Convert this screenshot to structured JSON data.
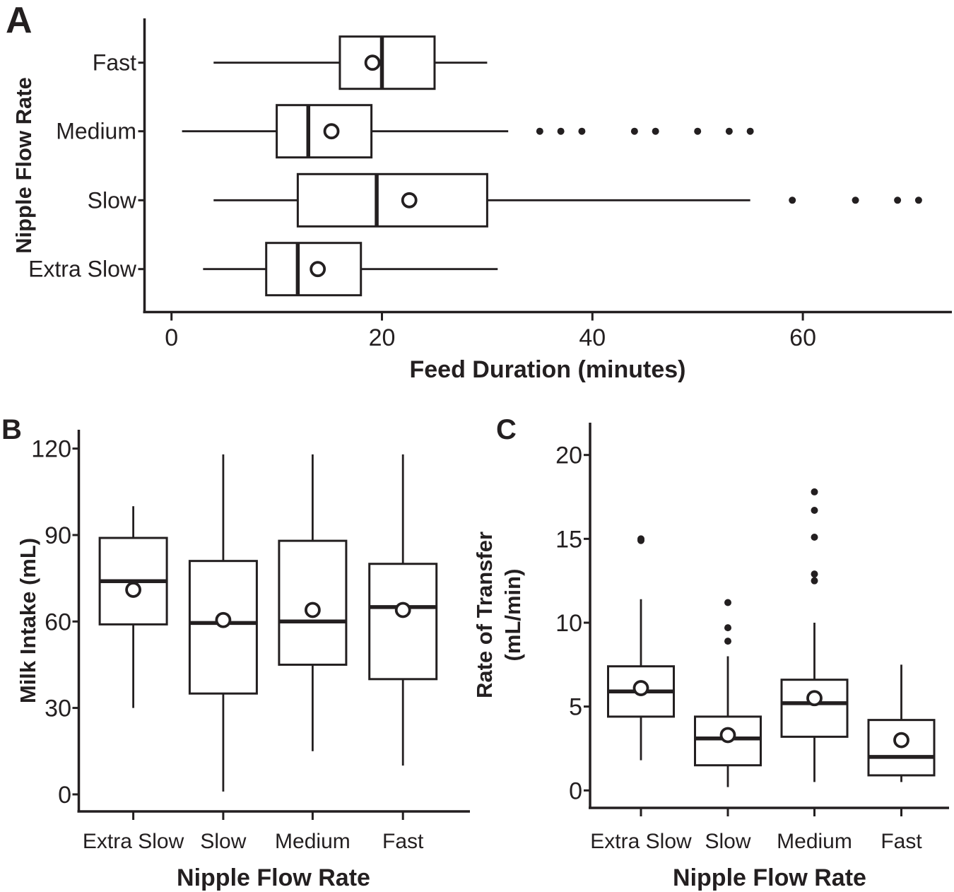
{
  "figure": {
    "background": "#ffffff",
    "ink_color": "#231f20",
    "mean_marker": "open-circle",
    "outlier_marker": "filled-dot"
  },
  "chart_data": [
    {
      "panel": "A",
      "type": "boxplot",
      "orientation": "horizontal",
      "xlabel": "Feed Duration (minutes)",
      "ylabel": "Nipple Flow Rate",
      "x_ticks": [
        0,
        20,
        40,
        60
      ],
      "xlim": [
        -2.5,
        74
      ],
      "grid": "off",
      "categories_top_to_bottom": [
        "Fast",
        "Medium",
        "Slow",
        "Extra Slow"
      ],
      "boxes": [
        {
          "category": "Fast",
          "whisker_low": 4,
          "q1": 16,
          "median": 20,
          "mean": 19.1,
          "q3": 25,
          "whisker_high": 30,
          "outliers": []
        },
        {
          "category": "Medium",
          "whisker_low": 1,
          "q1": 10,
          "median": 13,
          "mean": 15.2,
          "q3": 19,
          "whisker_high": 32,
          "outliers": [
            35,
            37,
            39,
            44,
            46,
            50,
            53,
            55
          ]
        },
        {
          "category": "Slow",
          "whisker_low": 4,
          "q1": 12,
          "median": 19.5,
          "mean": 22.6,
          "q3": 30,
          "whisker_high": 55,
          "outliers": [
            59,
            65,
            69,
            71
          ]
        },
        {
          "category": "Extra Slow",
          "whisker_low": 3,
          "q1": 9,
          "median": 12,
          "mean": 13.9,
          "q3": 18,
          "whisker_high": 31,
          "outliers": []
        }
      ]
    },
    {
      "panel": "B",
      "type": "boxplot",
      "orientation": "vertical",
      "xlabel": "Nipple Flow Rate",
      "ylabel": "Milk Intake (mL)",
      "y_ticks": [
        0,
        30,
        60,
        90,
        120
      ],
      "ylim": [
        -6,
        126
      ],
      "grid": "off",
      "categories": [
        "Extra Slow",
        "Slow",
        "Medium",
        "Fast"
      ],
      "boxes": [
        {
          "category": "Extra Slow",
          "whisker_low": 30,
          "q1": 59,
          "median": 74,
          "mean": 71,
          "q3": 89,
          "whisker_high": 100,
          "outliers": []
        },
        {
          "category": "Slow",
          "whisker_low": 1,
          "q1": 35,
          "median": 59.5,
          "mean": 60.5,
          "q3": 81,
          "whisker_high": 118,
          "outliers": []
        },
        {
          "category": "Medium",
          "whisker_low": 15,
          "q1": 45,
          "median": 60,
          "mean": 64,
          "q3": 88,
          "whisker_high": 118,
          "outliers": []
        },
        {
          "category": "Fast",
          "whisker_low": 10,
          "q1": 40,
          "median": 65,
          "mean": 64,
          "q3": 80,
          "whisker_high": 118,
          "outliers": []
        }
      ]
    },
    {
      "panel": "C",
      "type": "boxplot",
      "orientation": "vertical",
      "xlabel": "Nipple Flow Rate",
      "ylabel_lines": [
        "Rate of Transfer",
        "(mL/min)"
      ],
      "ylabel": "Rate of Transfer (mL/min)",
      "y_ticks": [
        0,
        5,
        10,
        15,
        20
      ],
      "ylim": [
        -1,
        21.7
      ],
      "grid": "off",
      "categories": [
        "Extra Slow",
        "Slow",
        "Medium",
        "Fast"
      ],
      "boxes": [
        {
          "category": "Extra Slow",
          "whisker_low": 1.8,
          "q1": 4.4,
          "median": 5.9,
          "mean": 6.1,
          "q3": 7.4,
          "whisker_high": 11.4,
          "outliers": [
            14.9,
            15.0
          ]
        },
        {
          "category": "Slow",
          "whisker_low": 0.2,
          "q1": 1.5,
          "median": 3.1,
          "mean": 3.3,
          "q3": 4.4,
          "whisker_high": 8.0,
          "outliers": [
            8.9,
            9.7,
            11.2
          ]
        },
        {
          "category": "Medium",
          "whisker_low": 0.5,
          "q1": 3.2,
          "median": 5.2,
          "mean": 5.5,
          "q3": 6.6,
          "whisker_high": 10.0,
          "outliers": [
            12.5,
            12.9,
            15.1,
            16.7,
            17.8
          ]
        },
        {
          "category": "Fast",
          "whisker_low": 0.5,
          "q1": 0.9,
          "median": 2.0,
          "mean": 3.0,
          "q3": 4.2,
          "whisker_high": 7.5,
          "outliers": []
        }
      ]
    }
  ]
}
